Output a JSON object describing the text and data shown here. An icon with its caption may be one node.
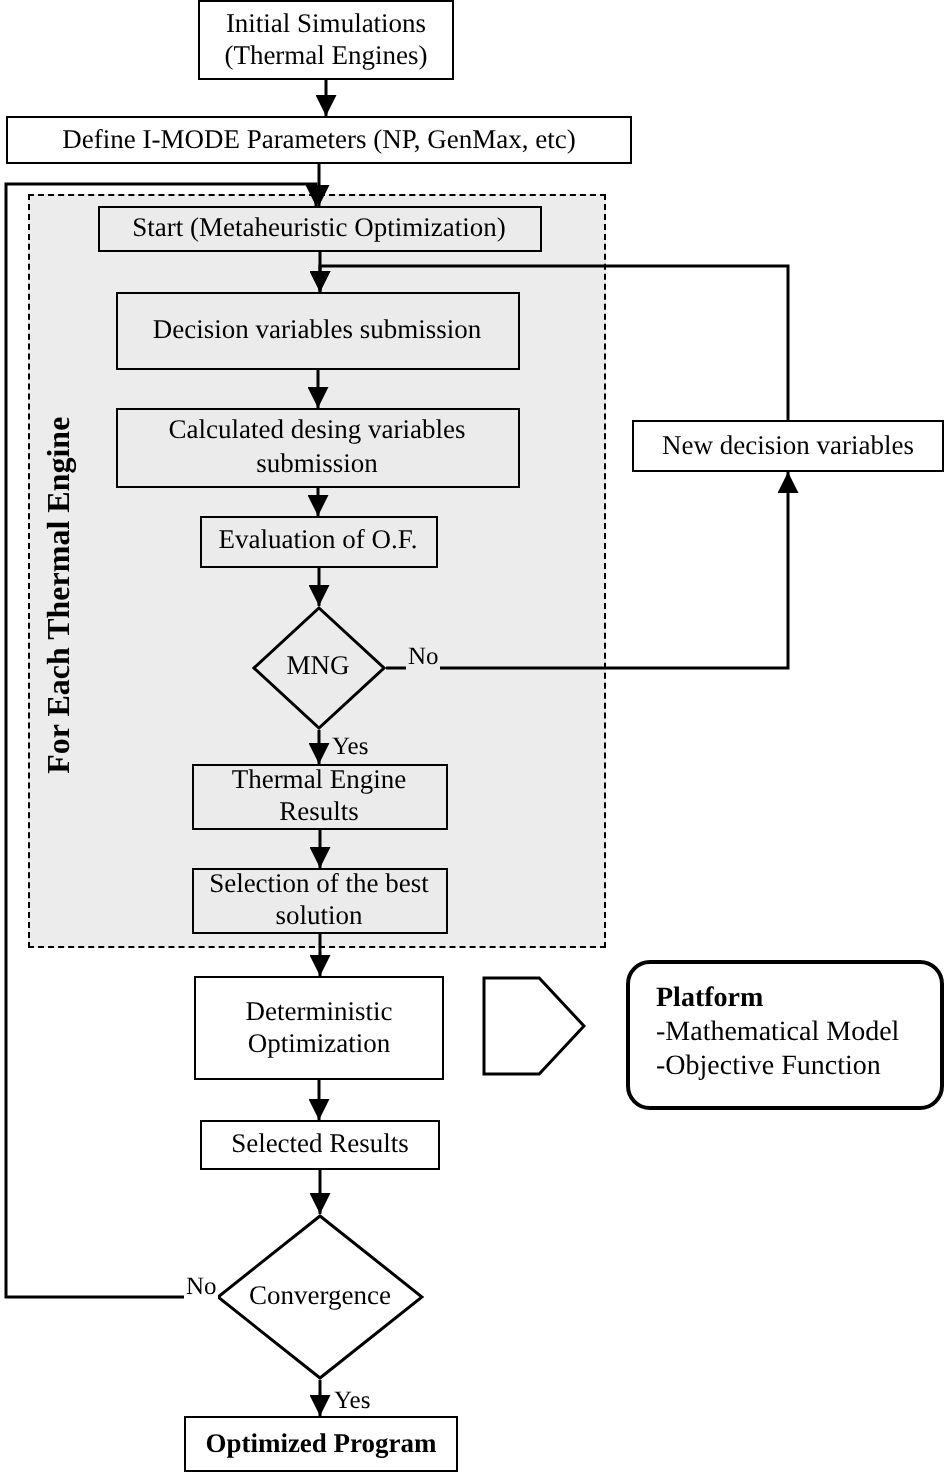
{
  "diagram": {
    "nodes": [
      {
        "text": [
          "Initial Simulations (Thermal Engines)"
        ]
      },
      {
        "text": [
          "Define I-MODE Parameters (NP, GenMax, etc)"
        ]
      },
      {
        "text": [
          "For Each Thermal Engine"
        ]
      },
      {
        "text": [
          "Start (Metaheuristic Optimization)"
        ],
        "in": 2
      },
      {
        "text": [
          "Decision variables submission"
        ],
        "in": 2
      },
      {
        "text": [
          "Calculated desing variables submission"
        ],
        "in": 2
      },
      {
        "text": [
          "Evaluation of O.F."
        ],
        "in": 2
      },
      {
        "text": [
          "MNG"
        ],
        "in": 2
      },
      {
        "text": [
          "Thermal Engine Results"
        ],
        "in": 2
      },
      {
        "text": [
          "Selection of the best solution"
        ],
        "in": 2
      },
      {
        "text": [
          "New decision variables"
        ]
      },
      {
        "text": [
          "Deterministic Optimization"
        ]
      },
      {
        "text": [],
        "shape": "pentagon"
      },
      {
        "text": [
          "Platform",
          "-Mathematical Model",
          "-Objective Function"
        ]
      },
      {
        "text": [
          "Selected Results"
        ]
      },
      {
        "text": [
          "Convergence"
        ]
      },
      {
        "text": [
          "Optimized Program"
        ]
      }
    ],
    "edges": [
      {
        "from": 0,
        "to": 1,
        "arrow": "to"
      },
      {
        "from": 1,
        "to": 3,
        "arrow": "to"
      },
      {
        "from": 3,
        "to": 4,
        "arrow": "to"
      },
      {
        "from": 4,
        "to": 5,
        "arrow": "to"
      },
      {
        "from": 5,
        "to": 6,
        "arrow": "to"
      },
      {
        "from": 6,
        "to": 7,
        "arrow": "to"
      },
      {
        "from": 7,
        "to": 10,
        "arrow": "to",
        "label": "No"
      },
      {
        "from": 10,
        "to": 4,
        "arrow": "to"
      },
      {
        "from": 7,
        "to": 8,
        "arrow": "to",
        "label": "Yes"
      },
      {
        "from": 8,
        "to": 9,
        "arrow": "to"
      },
      {
        "from": 9,
        "to": 11,
        "arrow": "to"
      },
      {
        "from": 11,
        "to": 14,
        "arrow": "to"
      },
      {
        "from": 14,
        "to": 15,
        "arrow": "to"
      },
      {
        "from": 15,
        "to": 16,
        "arrow": "to",
        "label": "Yes"
      },
      {
        "from": 15,
        "to": 3,
        "arrow": "to",
        "label": "No"
      }
    ]
  }
}
